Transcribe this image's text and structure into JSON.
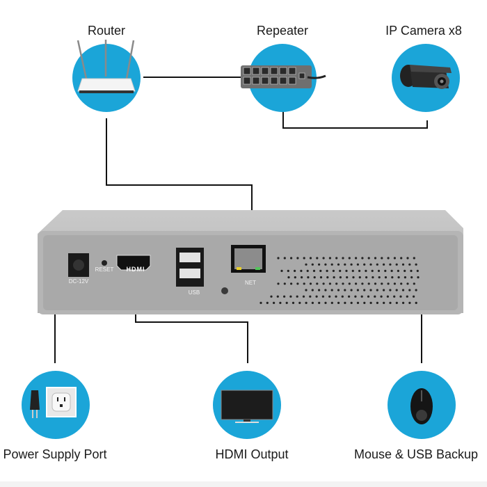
{
  "diagram": {
    "title": "NVR connection diagram",
    "accent_color": "#1ba5d8",
    "top_nodes": [
      {
        "id": "router",
        "label": "Router",
        "icon": "wifi-router-icon"
      },
      {
        "id": "repeater",
        "label": "Repeater",
        "icon": "network-switch-icon"
      },
      {
        "id": "ip-camera",
        "label": "IP Camera x8",
        "icon": "bullet-camera-icon"
      }
    ],
    "bottom_nodes": [
      {
        "id": "power",
        "label": "Power Supply Port",
        "icon": "power-plug-outlet-icon"
      },
      {
        "id": "hdmi",
        "label": "HDMI Output",
        "icon": "monitor-icon"
      },
      {
        "id": "usb",
        "label": "Mouse & USB Backup",
        "icon": "mouse-icon"
      }
    ],
    "device_ports": {
      "dc": "DC-12V",
      "reset": "RESET",
      "hdmi": "HDMI",
      "usb": "USB",
      "net": "NET"
    },
    "connections": [
      {
        "from": "router",
        "to": "repeater"
      },
      {
        "from": "repeater",
        "to": "ip-camera"
      },
      {
        "from": "router",
        "to": "net"
      },
      {
        "from": "dc",
        "to": "power"
      },
      {
        "from": "hdmi",
        "to": "hdmi-output"
      },
      {
        "from": "usb",
        "to": "mouse-usb"
      }
    ]
  }
}
